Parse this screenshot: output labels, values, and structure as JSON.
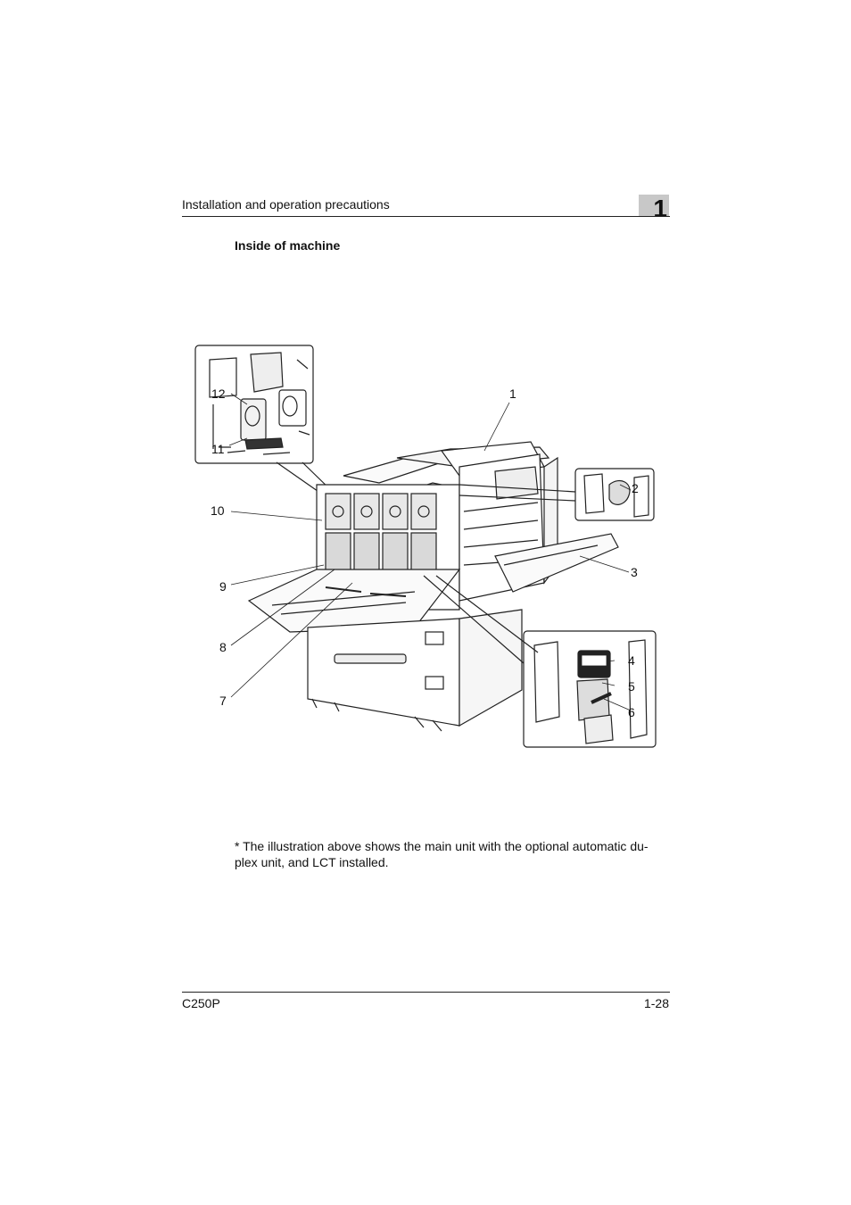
{
  "header": {
    "running_title": "Installation and operation precautions",
    "chapter_number": "1"
  },
  "section": {
    "title": "Inside of machine"
  },
  "figure": {
    "callouts": [
      "1",
      "2",
      "3",
      "4",
      "5",
      "6",
      "7",
      "8",
      "9",
      "10",
      "11",
      "12"
    ]
  },
  "note": {
    "text": "* The illustration above shows the main unit with the optional automatic du-plex unit, and LCT installed."
  },
  "footer": {
    "model": "C250P",
    "page": "1-28"
  }
}
